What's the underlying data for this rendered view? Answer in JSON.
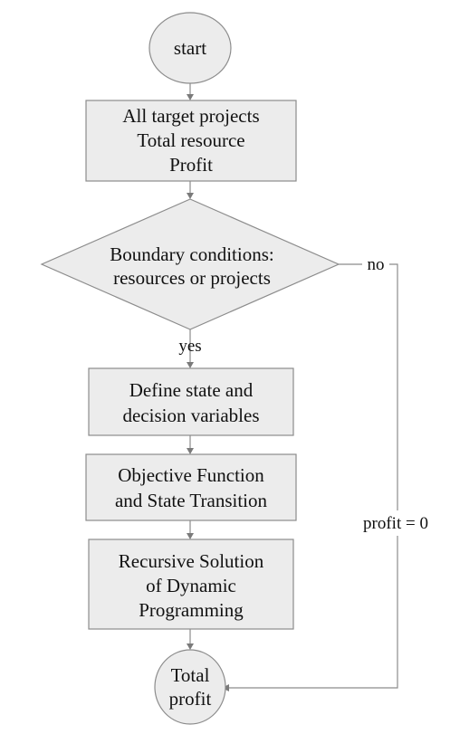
{
  "flowchart": {
    "start": {
      "label": "start"
    },
    "inputs": {
      "lines": [
        "All target projects",
        "Total resource",
        "Profit"
      ]
    },
    "decision": {
      "lines": [
        "Boundary conditions:",
        "resources or projects"
      ]
    },
    "yes_label": "yes",
    "no_label": "no",
    "define": {
      "lines": [
        "Define state and",
        "decision variables"
      ]
    },
    "objective": {
      "lines": [
        "Objective Function",
        "and State Transition"
      ]
    },
    "recursive": {
      "lines": [
        "Recursive Solution",
        "of Dynamic",
        "Programming"
      ]
    },
    "end": {
      "lines": [
        "Total",
        "profit"
      ]
    },
    "zero_profit_label": "profit = 0"
  }
}
